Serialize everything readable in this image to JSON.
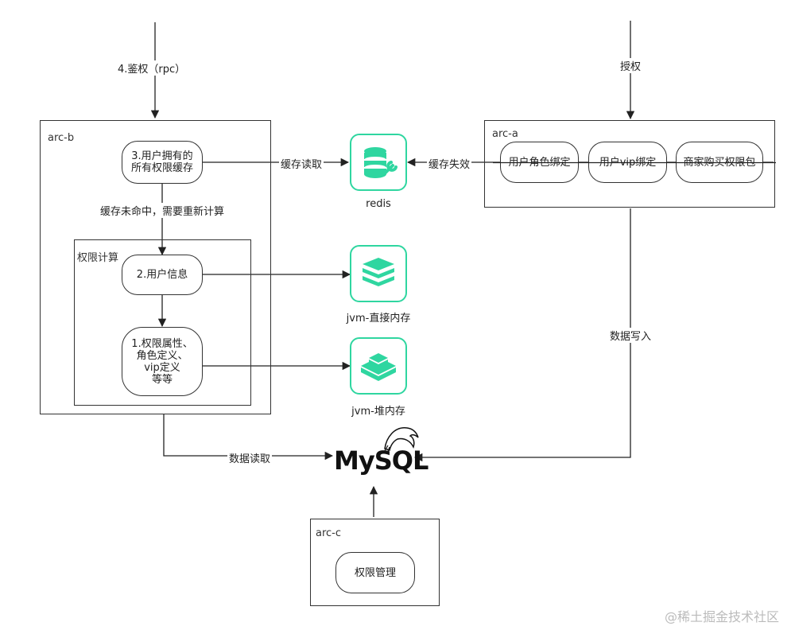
{
  "inputs": {
    "auth_rpc": "4.鉴权（rpc）",
    "grant": "授权"
  },
  "arc_b": {
    "title": "arc-b",
    "cache_node": "3.用户拥有的\n所有权限缓存",
    "miss_label": "缓存未命中，需要重新计算",
    "calc_group": "权限计算",
    "user_info": "2.用户信息",
    "attrs": "1.权限属性、\n角色定义、\nvip定义\n等等"
  },
  "arc_a": {
    "title": "arc-a",
    "items": [
      "用户角色绑定",
      "用户vip绑定",
      "商家购买权限包"
    ]
  },
  "arc_c": {
    "title": "arc-c",
    "item": "权限管理"
  },
  "edges": {
    "cache_read": "缓存读取",
    "cache_invalidate": "缓存失效",
    "db_write": "数据写入",
    "db_read": "数据读取"
  },
  "stores": {
    "redis": "redis",
    "jvm_direct": "jvm-直接内存",
    "jvm_heap": "jvm-堆内存",
    "mysql": "MySQL"
  },
  "icons": {
    "redis": "database-wrench-icon",
    "jvm_direct": "stacked-layers-icon",
    "jvm_heap": "isometric-block-icon",
    "mysql": "dolphin-icon"
  },
  "colors": {
    "accent": "#2fd6a0",
    "line": "#333333"
  },
  "watermark": "@稀土掘金技术社区"
}
